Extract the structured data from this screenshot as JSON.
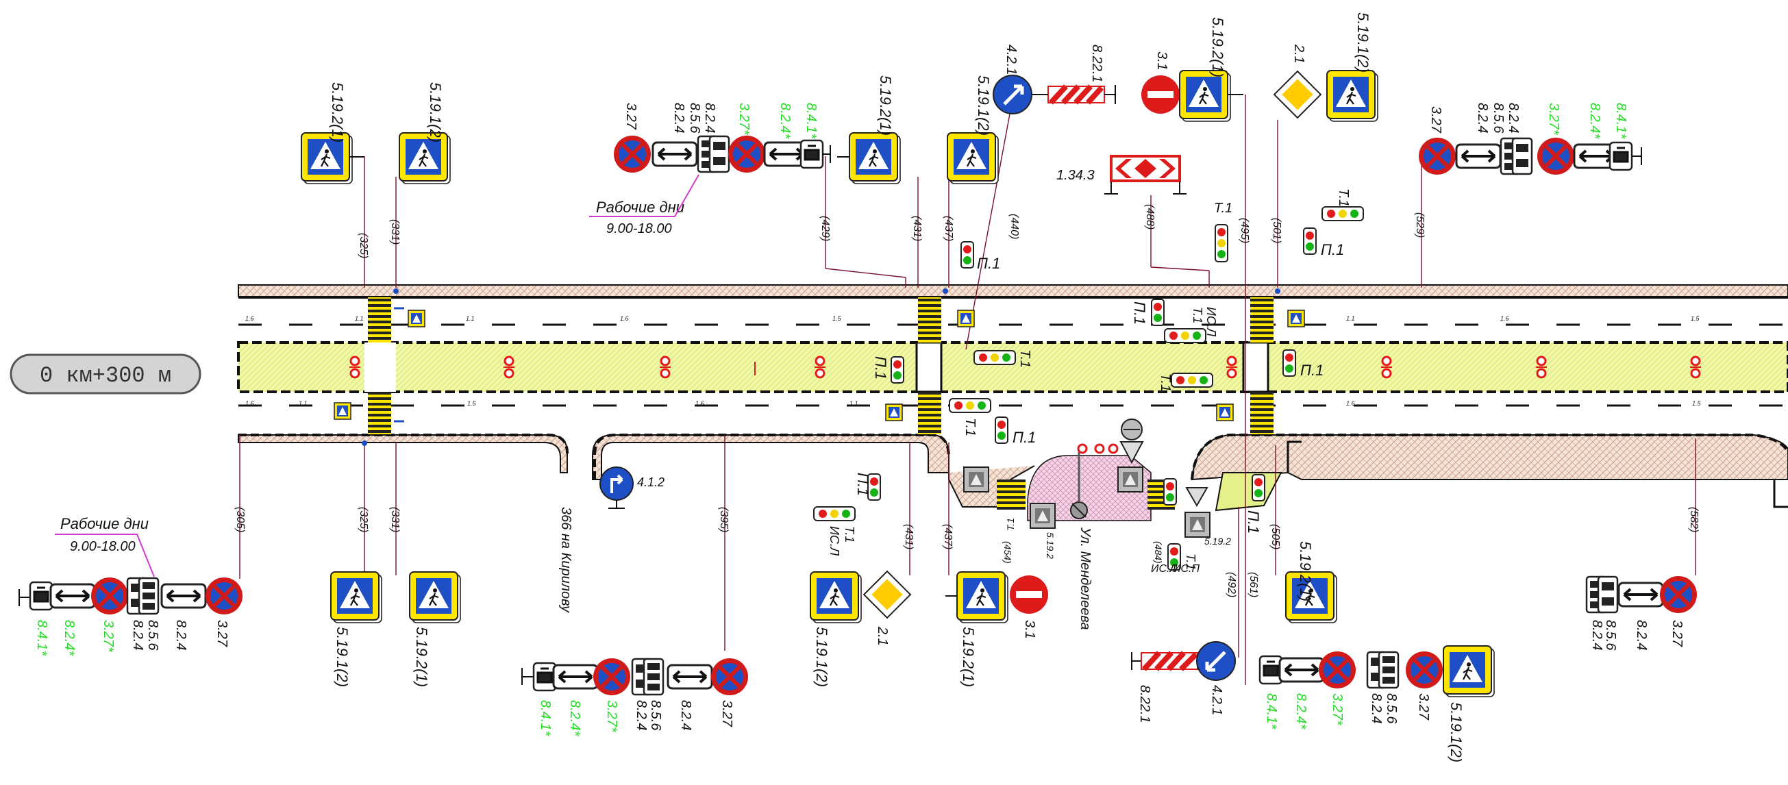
{
  "km_label": "0 км+300 м",
  "annotations": {
    "workdays": "Рабочие дни",
    "hours": "9.00-18.00",
    "street": "Ул. Менделеева",
    "turn": "366 на Кирилову"
  },
  "signs": {
    "s5192_1": "5.19.2(1)",
    "s5191_2": "5.19.1(2)",
    "s5192": "5.19.2",
    "s5191": "5.19.1",
    "s327": "3.27",
    "s824": "8.2.4",
    "s856": "8.5.6",
    "s327g": "3.27*",
    "s824g": "8.2.4*",
    "s841g": "8.4.1*",
    "s421": "4.2.1",
    "s8221": "8.22.1",
    "s31": "3.1",
    "s21": "2.1",
    "s1343": "1.34.3",
    "s412": "4.1.2"
  },
  "lights": {
    "t1": "Т.1",
    "p1": "П.1",
    "isl": "ИС.Л",
    "isp": "ИС.П"
  },
  "markings": [
    "1.6",
    "1.1",
    "1.5"
  ],
  "chainage": [
    "(325)",
    "(331)",
    "(429)",
    "(431)",
    "(437)",
    "(440)",
    "(488)",
    "(495)",
    "(501)",
    "(529)",
    "(305)",
    "(395)",
    "(492)",
    "(561)",
    "(505)",
    "(582)",
    "(454)",
    "(484)"
  ],
  "colors": {
    "median": "#f1f7a8",
    "pavement": "#f4e3d6",
    "brand_red": "#dd1b1b",
    "blue": "#1e4fc4",
    "yellow": "#ffe600",
    "green_text": "#22dd22",
    "pink": "#d13ad1"
  }
}
